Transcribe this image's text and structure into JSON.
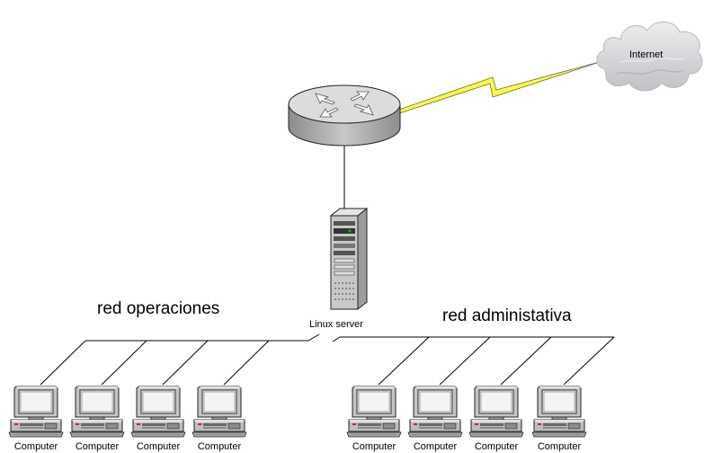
{
  "nodes": {
    "internet": {
      "label": "Internet"
    },
    "router": {
      "label": ""
    },
    "server": {
      "label": "Linux server"
    }
  },
  "networks": {
    "operations": {
      "label": "red operaciones"
    },
    "administrative": {
      "label": "red administativa"
    }
  },
  "computers": {
    "operations": [
      "Computer",
      "Computer",
      "Computer",
      "Computer"
    ],
    "administrative": [
      "Computer",
      "Computer",
      "Computer",
      "Computer"
    ]
  },
  "colors": {
    "router_top": "#dcdcdc",
    "router_side": "#a8a8a8",
    "lightning": "#ffff33",
    "cloud": "#d4d4d8",
    "server": "#c8c8c8",
    "computer": "#c4c4c4",
    "screen": "#e8e8e8"
  },
  "icons": {
    "internet": "cloud-icon",
    "router": "router-icon",
    "server": "server-tower-icon",
    "computer": "desktop-computer-icon",
    "link": "lightning-link-icon"
  }
}
